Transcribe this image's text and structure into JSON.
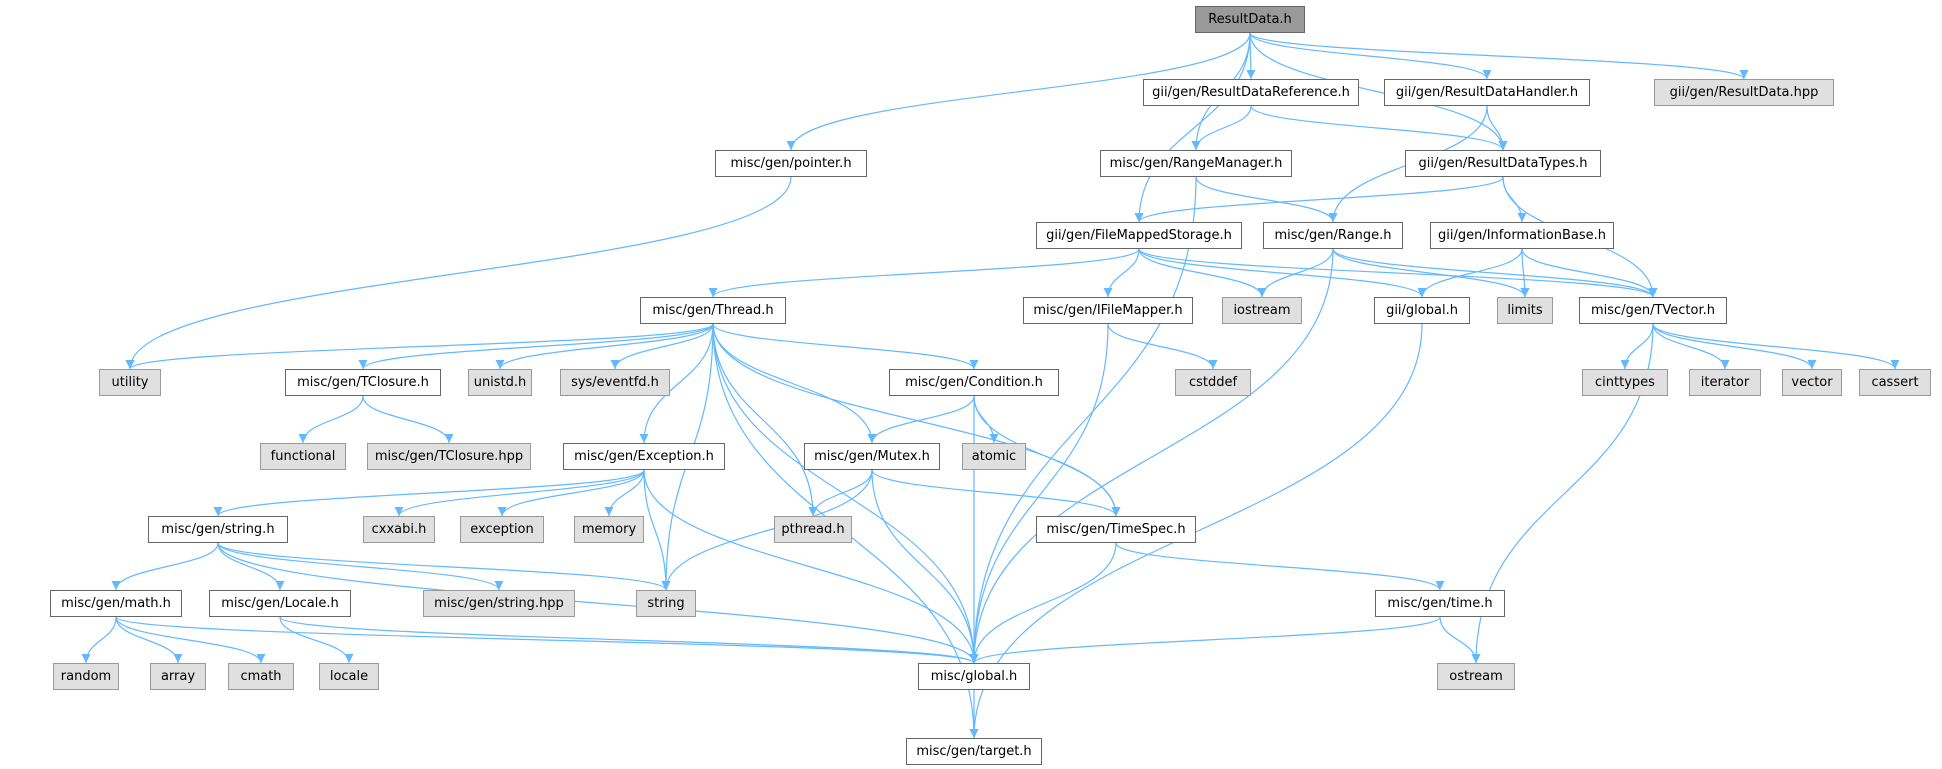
{
  "graph": {
    "edge_color": "#63b8ff",
    "internal_fill": "#ffffff",
    "internal_border": "#666666",
    "external_fill": "#e0e0e0",
    "external_border": "#999999",
    "root_fill": "#999999",
    "nodes": [
      {
        "id": "n0",
        "label": "ResultData.h",
        "kind": "root"
      },
      {
        "id": "n1",
        "label": "gii/gen/ResultDataReference.h",
        "kind": "internal"
      },
      {
        "id": "n2",
        "label": "gii/gen/ResultDataHandler.h",
        "kind": "internal"
      },
      {
        "id": "n3",
        "label": "gii/gen/ResultData.hpp",
        "kind": "external"
      },
      {
        "id": "n4",
        "label": "misc/gen/pointer.h",
        "kind": "internal"
      },
      {
        "id": "n5",
        "label": "misc/gen/RangeManager.h",
        "kind": "internal"
      },
      {
        "id": "n6",
        "label": "gii/gen/ResultDataTypes.h",
        "kind": "internal"
      },
      {
        "id": "n7",
        "label": "gii/gen/FileMappedStorage.h",
        "kind": "internal"
      },
      {
        "id": "n8",
        "label": "misc/gen/Range.h",
        "kind": "internal"
      },
      {
        "id": "n9",
        "label": "gii/gen/InformationBase.h",
        "kind": "internal"
      },
      {
        "id": "n10",
        "label": "misc/gen/Thread.h",
        "kind": "internal"
      },
      {
        "id": "n11",
        "label": "misc/gen/IFileMapper.h",
        "kind": "internal"
      },
      {
        "id": "n12",
        "label": "iostream",
        "kind": "external"
      },
      {
        "id": "n13",
        "label": "gii/global.h",
        "kind": "internal"
      },
      {
        "id": "n14",
        "label": "limits",
        "kind": "external"
      },
      {
        "id": "n15",
        "label": "misc/gen/TVector.h",
        "kind": "internal"
      },
      {
        "id": "n16",
        "label": "utility",
        "kind": "external"
      },
      {
        "id": "n17",
        "label": "misc/gen/TClosure.h",
        "kind": "internal"
      },
      {
        "id": "n18",
        "label": "unistd.h",
        "kind": "external"
      },
      {
        "id": "n19",
        "label": "sys/eventfd.h",
        "kind": "external"
      },
      {
        "id": "n20",
        "label": "misc/gen/Condition.h",
        "kind": "internal"
      },
      {
        "id": "n21",
        "label": "cstddef",
        "kind": "external"
      },
      {
        "id": "n22",
        "label": "cinttypes",
        "kind": "external"
      },
      {
        "id": "n23",
        "label": "iterator",
        "kind": "external"
      },
      {
        "id": "n24",
        "label": "vector",
        "kind": "external"
      },
      {
        "id": "n25",
        "label": "cassert",
        "kind": "external"
      },
      {
        "id": "n26",
        "label": "functional",
        "kind": "external"
      },
      {
        "id": "n27",
        "label": "misc/gen/TClosure.hpp",
        "kind": "external"
      },
      {
        "id": "n28",
        "label": "atomic",
        "kind": "external"
      },
      {
        "id": "n29",
        "label": "misc/gen/Exception.h",
        "kind": "internal"
      },
      {
        "id": "n30",
        "label": "misc/gen/Mutex.h",
        "kind": "internal"
      },
      {
        "id": "n31",
        "label": "misc/gen/string.h",
        "kind": "internal"
      },
      {
        "id": "n32",
        "label": "cxxabi.h",
        "kind": "external"
      },
      {
        "id": "n33",
        "label": "exception",
        "kind": "external"
      },
      {
        "id": "n34",
        "label": "memory",
        "kind": "external"
      },
      {
        "id": "n35",
        "label": "pthread.h",
        "kind": "external"
      },
      {
        "id": "n36",
        "label": "misc/gen/TimeSpec.h",
        "kind": "internal"
      },
      {
        "id": "n37",
        "label": "misc/gen/math.h",
        "kind": "internal"
      },
      {
        "id": "n38",
        "label": "misc/gen/Locale.h",
        "kind": "internal"
      },
      {
        "id": "n39",
        "label": "misc/gen/string.hpp",
        "kind": "external"
      },
      {
        "id": "n40",
        "label": "string",
        "kind": "external"
      },
      {
        "id": "n41",
        "label": "misc/gen/time.h",
        "kind": "internal"
      },
      {
        "id": "n42",
        "label": "random",
        "kind": "external"
      },
      {
        "id": "n43",
        "label": "array",
        "kind": "external"
      },
      {
        "id": "n44",
        "label": "cmath",
        "kind": "external"
      },
      {
        "id": "n45",
        "label": "locale",
        "kind": "external"
      },
      {
        "id": "n46",
        "label": "misc/global.h",
        "kind": "internal"
      },
      {
        "id": "n47",
        "label": "ostream",
        "kind": "external"
      },
      {
        "id": "n48",
        "label": "misc/gen/target.h",
        "kind": "internal"
      }
    ],
    "edges": [
      [
        "n0",
        "n1"
      ],
      [
        "n0",
        "n2"
      ],
      [
        "n0",
        "n3"
      ],
      [
        "n0",
        "n4"
      ],
      [
        "n0",
        "n5"
      ],
      [
        "n0",
        "n6"
      ],
      [
        "n0",
        "n7"
      ],
      [
        "n1",
        "n5"
      ],
      [
        "n1",
        "n6"
      ],
      [
        "n2",
        "n6"
      ],
      [
        "n2",
        "n8"
      ],
      [
        "n4",
        "n16"
      ],
      [
        "n5",
        "n8"
      ],
      [
        "n5",
        "n46"
      ],
      [
        "n6",
        "n7"
      ],
      [
        "n6",
        "n9"
      ],
      [
        "n6",
        "n15"
      ],
      [
        "n7",
        "n10"
      ],
      [
        "n7",
        "n11"
      ],
      [
        "n7",
        "n12"
      ],
      [
        "n7",
        "n13"
      ],
      [
        "n7",
        "n15"
      ],
      [
        "n8",
        "n12"
      ],
      [
        "n8",
        "n14"
      ],
      [
        "n8",
        "n15"
      ],
      [
        "n8",
        "n46"
      ],
      [
        "n9",
        "n13"
      ],
      [
        "n9",
        "n14"
      ],
      [
        "n9",
        "n15"
      ],
      [
        "n10",
        "n16"
      ],
      [
        "n10",
        "n17"
      ],
      [
        "n10",
        "n18"
      ],
      [
        "n10",
        "n19"
      ],
      [
        "n10",
        "n20"
      ],
      [
        "n10",
        "n29"
      ],
      [
        "n10",
        "n30"
      ],
      [
        "n10",
        "n35"
      ],
      [
        "n10",
        "n36"
      ],
      [
        "n10",
        "n40"
      ],
      [
        "n10",
        "n46"
      ],
      [
        "n10",
        "n48"
      ],
      [
        "n11",
        "n21"
      ],
      [
        "n11",
        "n46"
      ],
      [
        "n13",
        "n48"
      ],
      [
        "n15",
        "n22"
      ],
      [
        "n15",
        "n23"
      ],
      [
        "n15",
        "n24"
      ],
      [
        "n15",
        "n25"
      ],
      [
        "n15",
        "n47"
      ],
      [
        "n17",
        "n26"
      ],
      [
        "n17",
        "n27"
      ],
      [
        "n20",
        "n28"
      ],
      [
        "n20",
        "n30"
      ],
      [
        "n20",
        "n36"
      ],
      [
        "n20",
        "n46"
      ],
      [
        "n29",
        "n31"
      ],
      [
        "n29",
        "n32"
      ],
      [
        "n29",
        "n33"
      ],
      [
        "n29",
        "n34"
      ],
      [
        "n29",
        "n40"
      ],
      [
        "n29",
        "n46"
      ],
      [
        "n30",
        "n35"
      ],
      [
        "n30",
        "n36"
      ],
      [
        "n30",
        "n40"
      ],
      [
        "n30",
        "n46"
      ],
      [
        "n31",
        "n37"
      ],
      [
        "n31",
        "n38"
      ],
      [
        "n31",
        "n39"
      ],
      [
        "n31",
        "n40"
      ],
      [
        "n31",
        "n46"
      ],
      [
        "n36",
        "n41"
      ],
      [
        "n36",
        "n46"
      ],
      [
        "n37",
        "n42"
      ],
      [
        "n37",
        "n43"
      ],
      [
        "n37",
        "n44"
      ],
      [
        "n37",
        "n46"
      ],
      [
        "n38",
        "n45"
      ],
      [
        "n38",
        "n46"
      ],
      [
        "n41",
        "n46"
      ],
      [
        "n41",
        "n47"
      ],
      [
        "n46",
        "n48"
      ]
    ]
  }
}
